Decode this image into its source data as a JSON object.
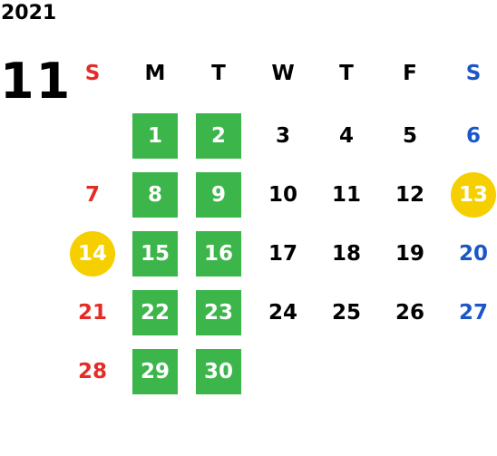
{
  "calendar": {
    "year": "2021",
    "month": "11",
    "weekdays": [
      "S",
      "M",
      "T",
      "W",
      "T",
      "F",
      "S"
    ],
    "colors": {
      "sunday": "#e52b26",
      "saturday": "#1a56c8",
      "weekday": "#000000",
      "highlight_green": "#3cb54a",
      "highlight_yellow": "#f6cf00"
    },
    "days": [
      {
        "day": "1",
        "row": 0,
        "col": 1,
        "style": "green"
      },
      {
        "day": "2",
        "row": 0,
        "col": 2,
        "style": "green"
      },
      {
        "day": "3",
        "row": 0,
        "col": 3,
        "style": "normal"
      },
      {
        "day": "4",
        "row": 0,
        "col": 4,
        "style": "normal"
      },
      {
        "day": "5",
        "row": 0,
        "col": 5,
        "style": "normal"
      },
      {
        "day": "6",
        "row": 0,
        "col": 6,
        "style": "normal"
      },
      {
        "day": "7",
        "row": 1,
        "col": 0,
        "style": "normal"
      },
      {
        "day": "8",
        "row": 1,
        "col": 1,
        "style": "green"
      },
      {
        "day": "9",
        "row": 1,
        "col": 2,
        "style": "green"
      },
      {
        "day": "10",
        "row": 1,
        "col": 3,
        "style": "normal"
      },
      {
        "day": "11",
        "row": 1,
        "col": 4,
        "style": "normal"
      },
      {
        "day": "12",
        "row": 1,
        "col": 5,
        "style": "normal"
      },
      {
        "day": "13",
        "row": 1,
        "col": 6,
        "style": "yellow"
      },
      {
        "day": "14",
        "row": 2,
        "col": 0,
        "style": "yellow"
      },
      {
        "day": "15",
        "row": 2,
        "col": 1,
        "style": "green"
      },
      {
        "day": "16",
        "row": 2,
        "col": 2,
        "style": "green"
      },
      {
        "day": "17",
        "row": 2,
        "col": 3,
        "style": "normal"
      },
      {
        "day": "18",
        "row": 2,
        "col": 4,
        "style": "normal"
      },
      {
        "day": "19",
        "row": 2,
        "col": 5,
        "style": "normal"
      },
      {
        "day": "20",
        "row": 2,
        "col": 6,
        "style": "normal"
      },
      {
        "day": "21",
        "row": 3,
        "col": 0,
        "style": "normal"
      },
      {
        "day": "22",
        "row": 3,
        "col": 1,
        "style": "green"
      },
      {
        "day": "23",
        "row": 3,
        "col": 2,
        "style": "green"
      },
      {
        "day": "24",
        "row": 3,
        "col": 3,
        "style": "normal"
      },
      {
        "day": "25",
        "row": 3,
        "col": 4,
        "style": "normal"
      },
      {
        "day": "26",
        "row": 3,
        "col": 5,
        "style": "normal"
      },
      {
        "day": "27",
        "row": 3,
        "col": 6,
        "style": "normal"
      },
      {
        "day": "28",
        "row": 4,
        "col": 0,
        "style": "normal"
      },
      {
        "day": "29",
        "row": 4,
        "col": 1,
        "style": "green"
      },
      {
        "day": "30",
        "row": 4,
        "col": 2,
        "style": "green"
      }
    ]
  }
}
